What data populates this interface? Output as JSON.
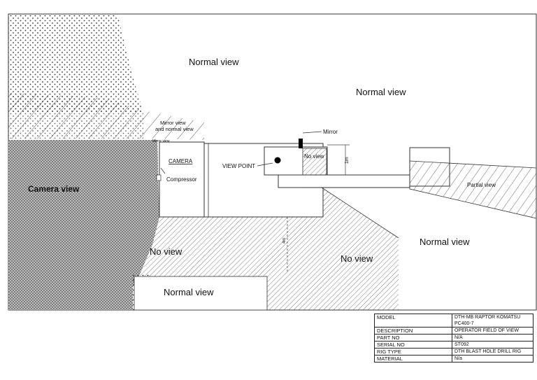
{
  "labels": {
    "normal_view_1": "Normal view",
    "normal_view_2": "Normal view",
    "normal_view_3": "Normal view",
    "normal_view_4": "Normal view",
    "mirror": "Mirror",
    "mirror_and_normal_1": "Mirror view",
    "mirror_and_normal_2": "and normal view",
    "mirror_view_small": "Mirror view",
    "no_view_small": "No view",
    "one_m": "1m",
    "camera": "CAMERA",
    "compressor": "Compressor",
    "view_point": "VIEW POINT",
    "partial_view": "Partial view",
    "camera_view": "Camera view",
    "no_view_left": "No view",
    "no_view_right": "No view",
    "dim_vertical": "4m"
  },
  "title_block": [
    {
      "key": "MODEL",
      "value": "DTH-MB RAPTOR KOMATSU PC400-7"
    },
    {
      "key": "DESCRIPTION",
      "value": "OPERATOR FIELD OF VIEW"
    },
    {
      "key": "PART NO",
      "value": "N/A"
    },
    {
      "key": "SERIAL NO",
      "value": "ST092"
    },
    {
      "key": "RIG TYPE",
      "value": "DTH BLAST HOLE DRILL RIG"
    },
    {
      "key": "MATERIAL",
      "value": "N/a"
    }
  ]
}
